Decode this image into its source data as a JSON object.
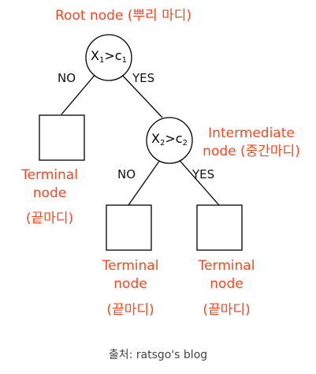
{
  "root": {
    "label": "Root node (뿌리 마디)",
    "condition": {
      "var": "X",
      "var_sub": "1",
      "op": ">",
      "thr": "c",
      "thr_sub": "1"
    }
  },
  "intermediate": {
    "label_line1": "Intermediate",
    "label_line2": "node (중간마디)",
    "condition": {
      "var": "X",
      "var_sub": "2",
      "op": ">",
      "thr": "c",
      "thr_sub": "2"
    }
  },
  "edges": {
    "root_no": "NO",
    "root_yes": "YES",
    "inter_no": "NO",
    "inter_yes": "YES"
  },
  "terminals": [
    {
      "line1": "Terminal",
      "line2": "node",
      "line3": "(끝마디)"
    },
    {
      "line1": "Terminal",
      "line2": "node",
      "line3": "(끝마디)"
    },
    {
      "line1": "Terminal",
      "line2": "node",
      "line3": "(끝마디)"
    }
  ],
  "caption": "출처: ratsgo's blog",
  "colors": {
    "label": "#f24a24",
    "line": "#000000",
    "caption": "#444444"
  }
}
